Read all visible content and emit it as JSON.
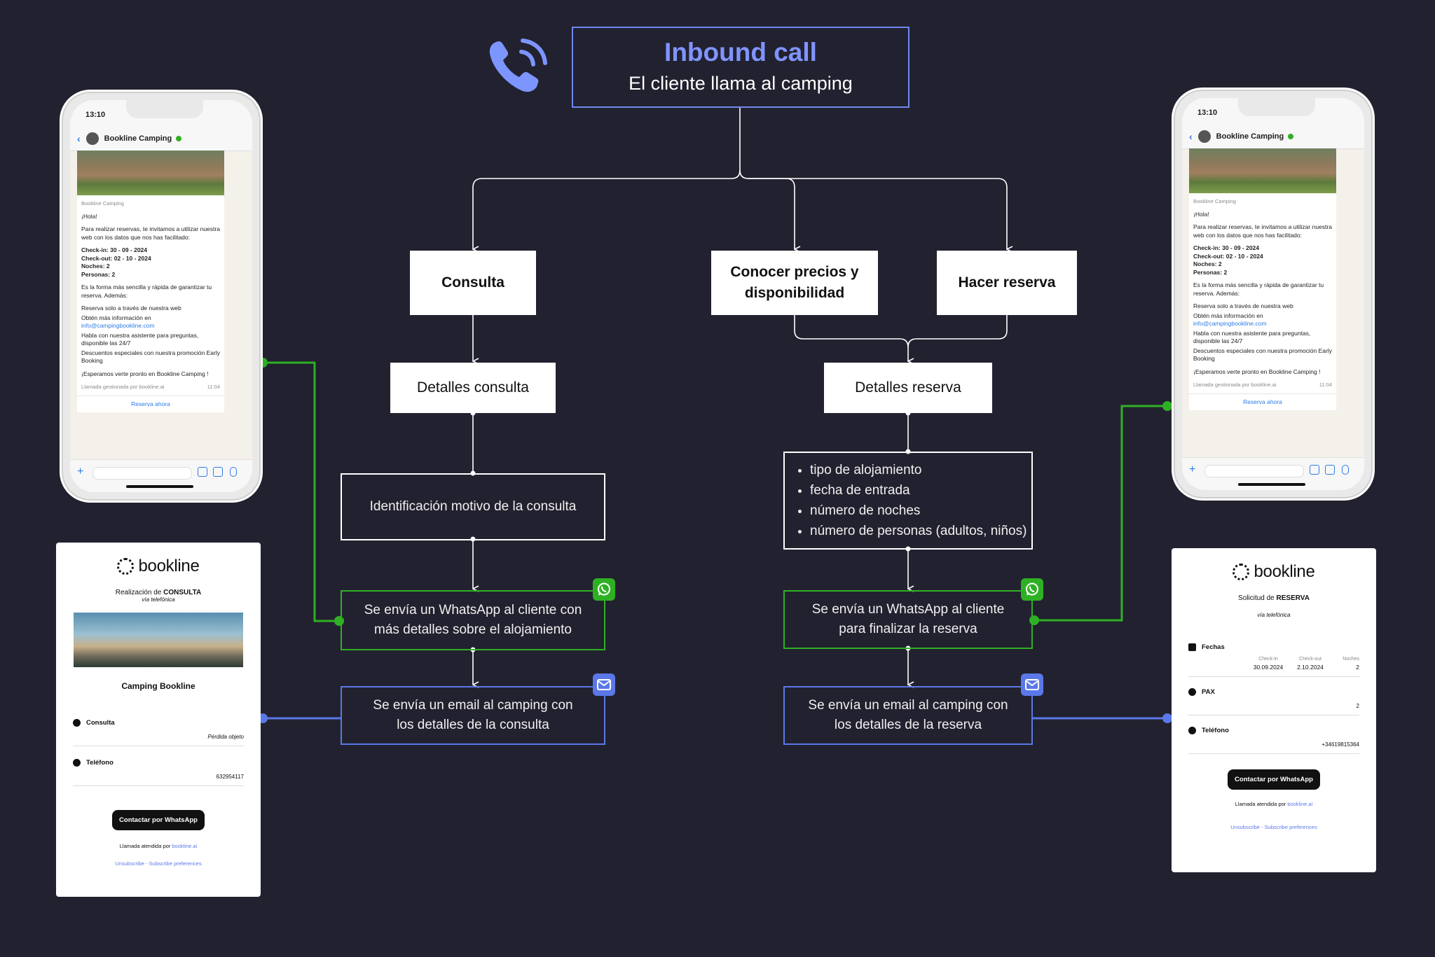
{
  "header": {
    "title": "Inbound call",
    "subtitle": "El cliente llama al camping"
  },
  "nodes": {
    "consulta": "Consulta",
    "precios": "Conocer precios y disponibilidad",
    "reserva": "Hacer reserva",
    "detalles_consulta": "Detalles consulta",
    "detalles_reserva": "Detalles reserva",
    "identificacion": "Identificación motivo de la consulta",
    "reserva_details": [
      "tipo de alojamiento",
      "fecha de entrada",
      "número de noches",
      "número de personas  (adultos, niños)"
    ],
    "wa_consulta": "Se envía un WhatsApp al cliente con más detalles sobre el alojamiento",
    "wa_reserva": "Se envía un WhatsApp al cliente para finalizar la reserva",
    "email_consulta": "Se envía un email al camping con los detalles de la consulta",
    "email_reserva": "Se envía un email al camping con los detalles de la reserva"
  },
  "colors": {
    "background": "#22212f",
    "title_accent": "#8094ff",
    "whatsapp_green": "#2fb024",
    "email_blue": "#5b78e8"
  },
  "phone": {
    "time": "13:10",
    "chat_name": "Bookline Camping",
    "sender": "Bookline Camping",
    "greeting": "¡Hola!",
    "intro": "Para realizar reservas, te invitamos a utilizar nuestra web con los datos que nos has facilitado:",
    "checkin": "Check-in: 30 - 09 - 2024",
    "checkout": "Check-out: 02 - 10 - 2024",
    "noches": "Noches: 2",
    "personas": "Personas: 2",
    "ademas": "Es la forma más sencilla y rápida de garantizar tu reserva. Además:",
    "b1": "Reserva solo a través de nuestra web",
    "b2": "Obtén más información en",
    "email_link": "info@campingbookline.com",
    "b3": "Habla con nuestra asistente para preguntas, disponible las 24/7",
    "b4": "Descuentos especiales con nuestra promoción Early Booking",
    "closing": "¡Esperamos verte pronto en Bookline Camping !",
    "managed": "Llamada gestionada por bookline.ai",
    "msg_time": "11:04",
    "cta": "Reserva ahora"
  },
  "email_consulta": {
    "logo": "bookline",
    "heading_pre": "Realización de ",
    "heading_bold": "CONSULTA",
    "via": "vía telefónica",
    "camping": "Camping Bookline",
    "f1_label": "Consulta",
    "f1_value": "Pérdida objeto",
    "f2_label": "Teléfono",
    "f2_value": "632954117",
    "button": "Contactar por WhatsApp",
    "attended_pre": "Llamada atendida por ",
    "attended_link": "bookline.ai",
    "footer": "Unsubscribe - Subscribe preferences"
  },
  "email_reserva": {
    "logo": "bookline",
    "heading_pre": "Solicitud de ",
    "heading_bold": "RESERVA",
    "via": "vía telefónica",
    "fechas": "Fechas",
    "col_in": "Check-in",
    "col_out": "Check-out",
    "col_n": "Noches",
    "val_in": "30.09.2024",
    "val_out": "2.10.2024",
    "val_n": "2",
    "pax": "PAX",
    "pax_value": "2",
    "tel": "Teléfono",
    "tel_value": "+34619815364",
    "button": "Contactar por WhatsApp",
    "attended_pre": "Llamada atendida por ",
    "attended_link": "bookline.ai",
    "footer": "Unsubscribe - Subscribe preferences"
  }
}
